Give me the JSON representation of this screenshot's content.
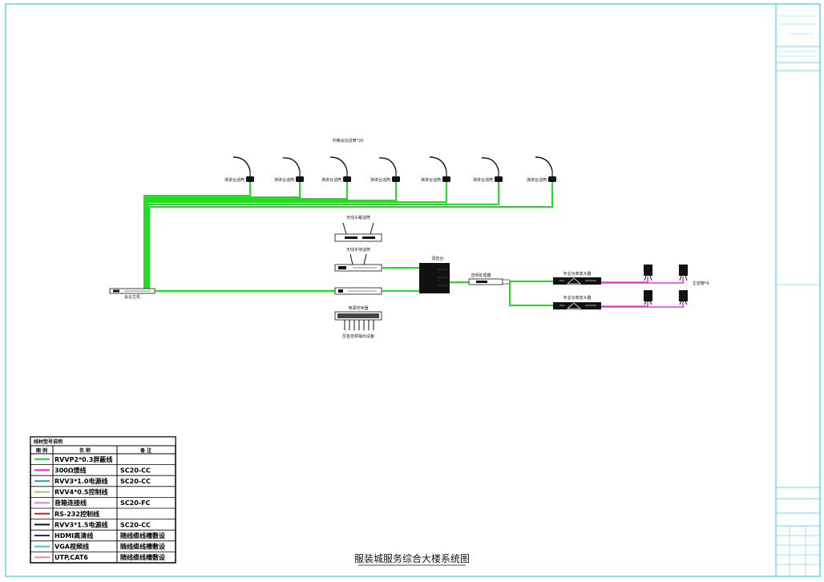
{
  "diagram": {
    "title": "服装城服务综合大楼系统图",
    "conference_group_label": "列席会议话筒*20",
    "microphones": [
      {
        "label": "演讲台话筒"
      },
      {
        "label": "演讲台话筒"
      },
      {
        "label": "演讲台话筒"
      },
      {
        "label": "演讲台话筒"
      },
      {
        "label": "演讲台话筒"
      },
      {
        "label": "演讲台话筒"
      },
      {
        "label": "演讲台话筒"
      }
    ],
    "conference_host_label": "会议主机",
    "wireless_headset_label": "无线头戴话筒",
    "wireless_handheld_label": "无线手持话筒",
    "mixer_label": "调音台",
    "timing_label": "电源时序器",
    "timing_sub_label": "至各音频输出设备",
    "processor_label": "音频处理器",
    "amp_label": "专业功率放大器",
    "speaker_label": "主音箱*4",
    "colors": {
      "green": "#22dd22",
      "magenta": "#ee33ee",
      "frame": "#3ec8e0",
      "black": "#111111"
    }
  },
  "legend": {
    "header_title": "线材型号说明",
    "col_headers": [
      "图 例",
      "名 称",
      "备 注"
    ],
    "rows": [
      {
        "color": "#22cc22",
        "name": "RVVP2*0.3屏蔽线",
        "note": ""
      },
      {
        "color": "#ee22ee",
        "name": "300Ω馈线",
        "note": "SC20-CC"
      },
      {
        "color": "#22bbaa",
        "name": "RVV3*1.0电源线",
        "note": "SC20-CC"
      },
      {
        "color": "#bbbb66",
        "name": "RVV4*0.5控制线",
        "note": ""
      },
      {
        "color": "#cc88cc",
        "name": "音箱连接线",
        "note": "SC20-FC"
      },
      {
        "color": "#cc2222",
        "name": "RS-232控制线",
        "note": ""
      },
      {
        "color": "#111111",
        "name": "RVV3*1.5电源线",
        "note": "SC20-CC"
      },
      {
        "color": "#2222bb",
        "name": "HDMI高清线",
        "note": "随线缆线槽敷设"
      },
      {
        "color": "#22ccee",
        "name": "VGA视频线",
        "note": "随线缆线槽敷设"
      },
      {
        "color": "#ee8888",
        "name": "UTP,CAT6",
        "note": "随线缆线槽敷设"
      }
    ]
  }
}
